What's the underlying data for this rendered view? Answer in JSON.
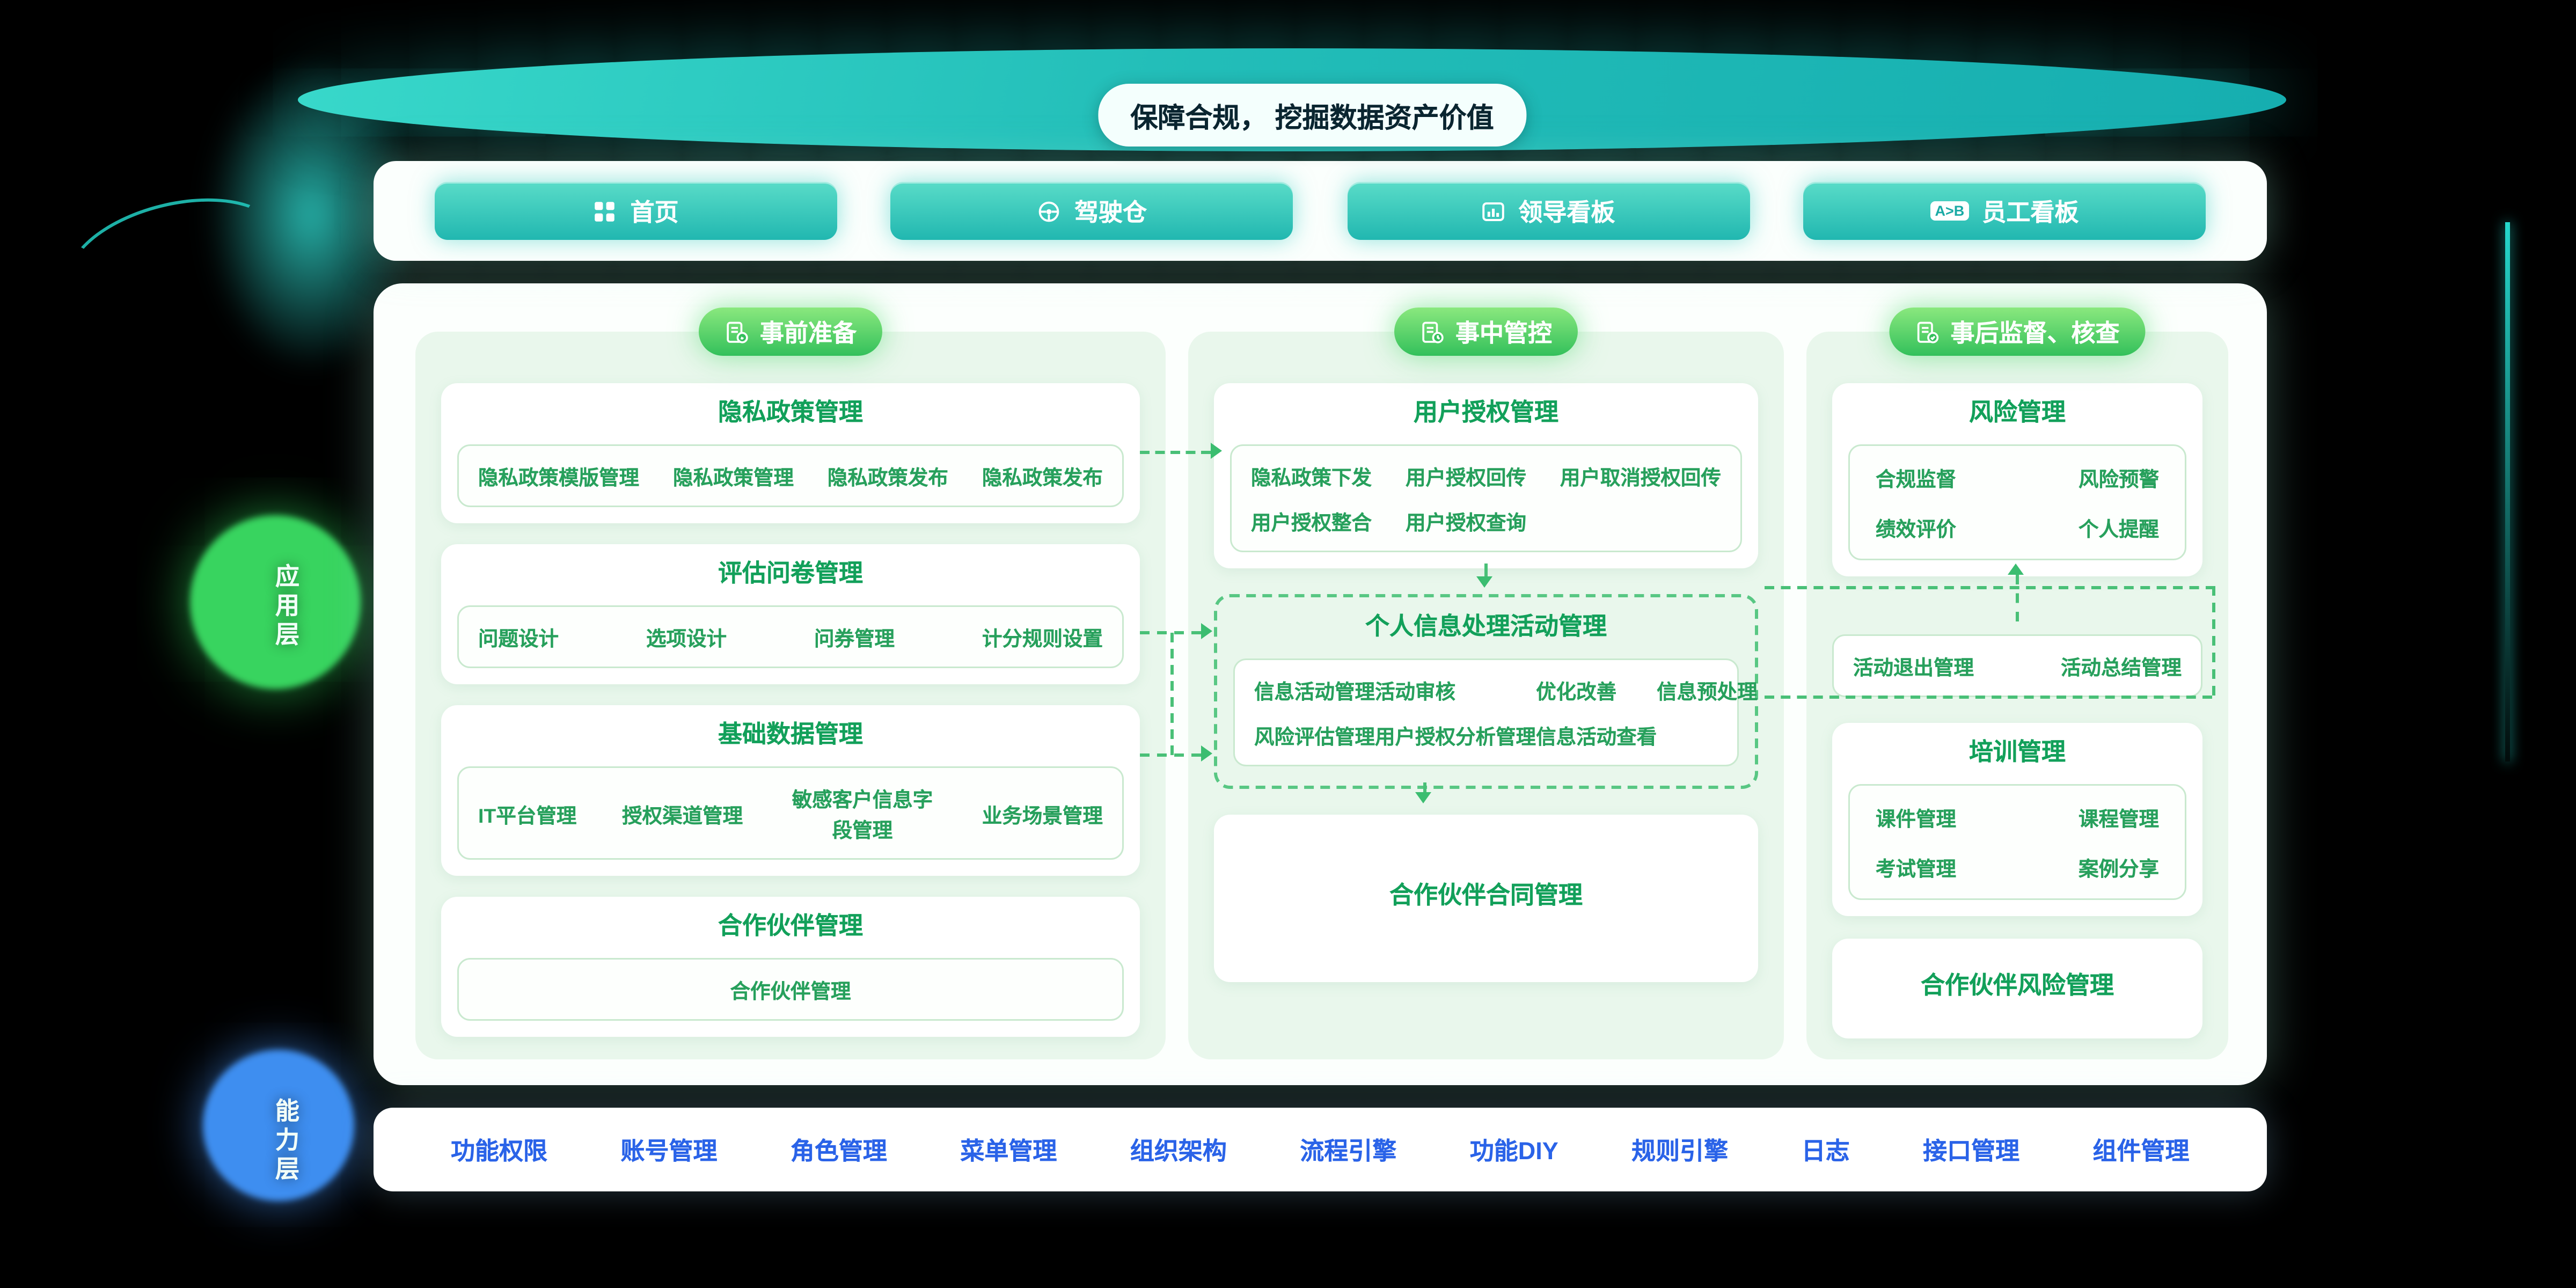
{
  "banner": {
    "title": "保障合规， 挖掘数据资产价值"
  },
  "nav": {
    "items": [
      {
        "label": "首页",
        "icon": "home-grid"
      },
      {
        "label": "驾驶仓",
        "icon": "steering-wheel"
      },
      {
        "label": "领导看板",
        "icon": "bar-chart"
      },
      {
        "label": "员工看板",
        "icon": "ab-compare",
        "icon_text": "A>B"
      }
    ]
  },
  "layers": {
    "application": "应用层",
    "capability": "能力层"
  },
  "columns": [
    {
      "header": "事前准备",
      "header_icon": "doc-pencil",
      "cards": [
        {
          "title": "隐私政策管理",
          "items": [
            "隐私政策模版管理",
            "隐私政策管理",
            "隐私政策发布",
            "隐私政策发布"
          ]
        },
        {
          "title": "评估问卷管理",
          "items": [
            "问题设计",
            "选项设计",
            "问券管理",
            "计分规则设置"
          ]
        },
        {
          "title": "基础数据管理",
          "items": [
            "IT平台管理",
            "授权渠道管理",
            "敏感客户信息字段管理",
            "业务场景管理"
          ]
        },
        {
          "title": "合作伙伴管理",
          "items": [
            "合作伙伴管理"
          ]
        }
      ]
    },
    {
      "header": "事中管控",
      "header_icon": "doc-clock",
      "cards": [
        {
          "title": "用户授权管理",
          "items": [
            "隐私政策下发",
            "用户授权回传",
            "用户取消授权回传",
            "用户授权整合",
            "用户授权查询"
          ]
        },
        {
          "title": "个人信息处理活动管理",
          "items": [
            "信息活动管理",
            "活动审核",
            "优化改善",
            "信息预处理",
            "风险评估管理",
            "用户授权分析管理",
            "信息活动查看"
          ]
        },
        {
          "title": "合作伙伴合同管理",
          "items": []
        }
      ]
    },
    {
      "header": "事后监督、核查",
      "header_icon": "doc-check",
      "cards": [
        {
          "title": "风险管理",
          "items": [
            "合规监督",
            "风险预警",
            "绩效评价",
            "个人提醒"
          ]
        },
        {
          "title": "",
          "items": [
            "活动退出管理",
            "活动总结管理"
          ]
        },
        {
          "title": "培训管理",
          "items": [
            "课件管理",
            "课程管理",
            "考试管理",
            "案例分享"
          ]
        },
        {
          "title": "合作伙伴风险管理",
          "items": []
        }
      ]
    }
  ],
  "capability_bar": {
    "items": [
      "功能权限",
      "账号管理",
      "角色管理",
      "菜单管理",
      "组织架构",
      "流程引擎",
      "功能DIY",
      "规则引擎",
      "日志",
      "接口管理",
      "组件管理"
    ]
  },
  "theme": {
    "teal_accent": "#22bdb8",
    "green_accent": "#33c05b",
    "card_title_green": "#12a05a",
    "item_green": "#27a05c",
    "capability_blue": "#2a63e8",
    "background": "#000000"
  }
}
